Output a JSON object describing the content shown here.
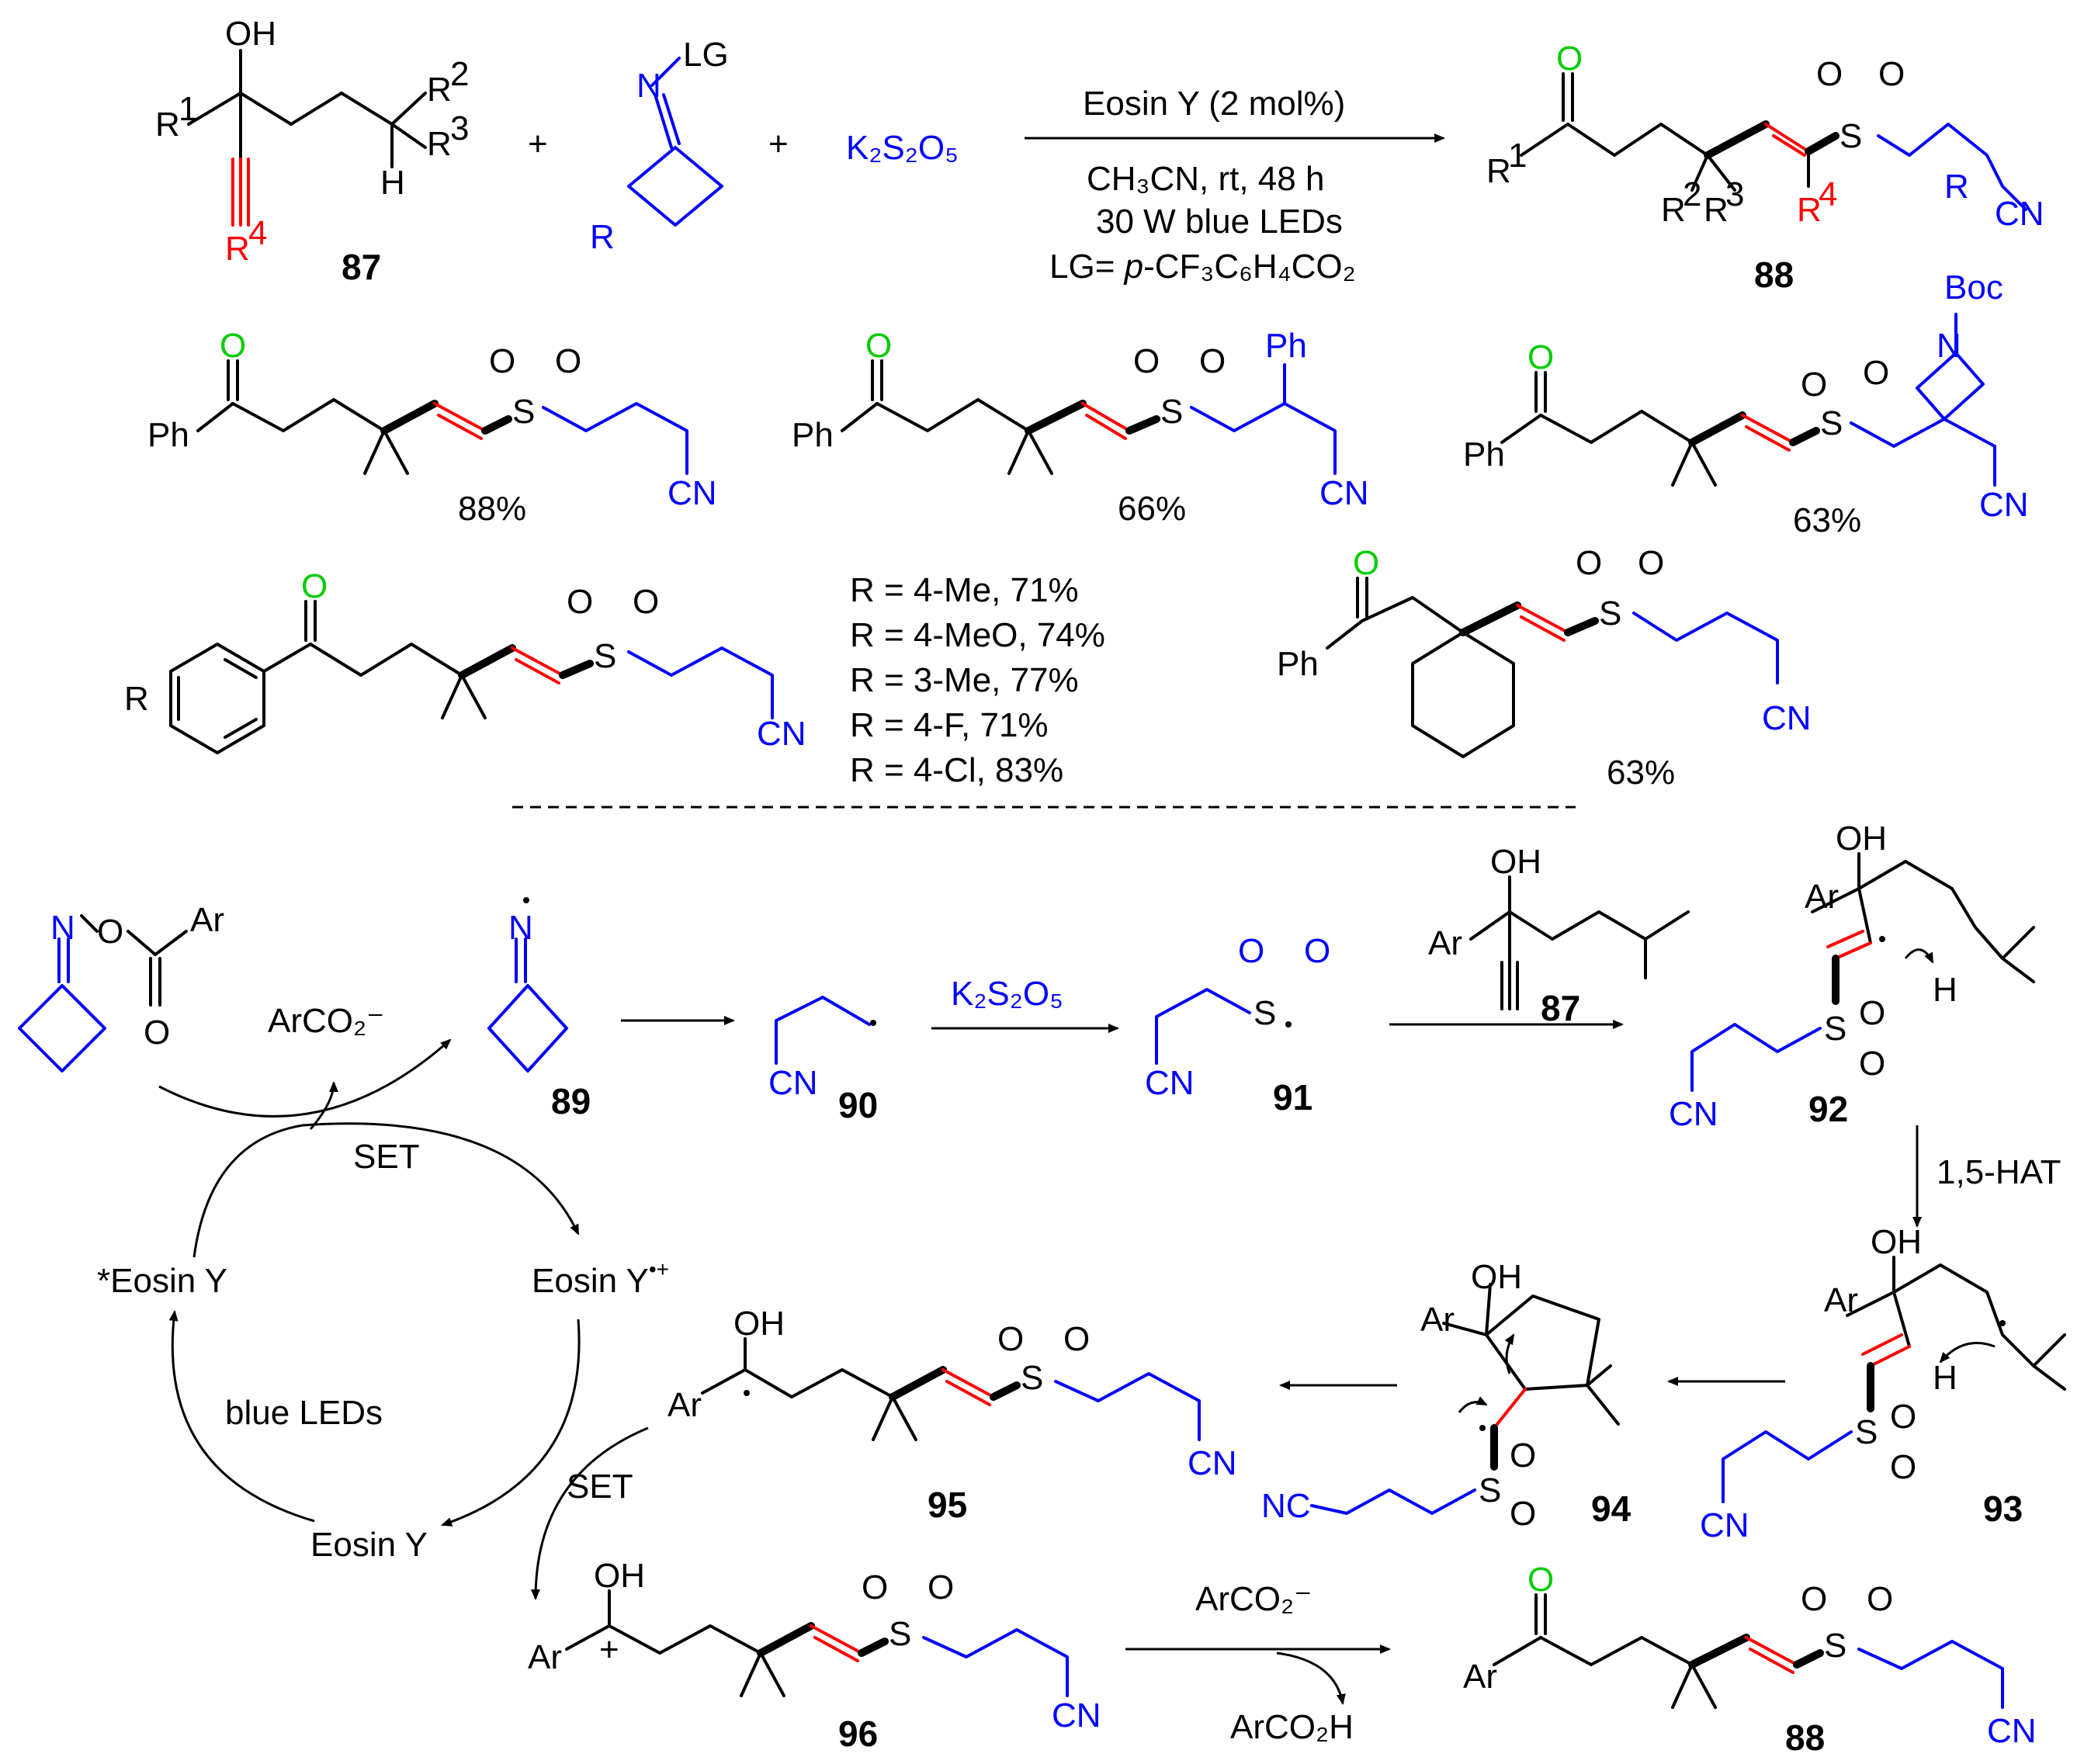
{
  "atoms": {
    "OH": "OH",
    "O": "O",
    "S": "S",
    "CN": "CN",
    "NC": "NC",
    "N": "N",
    "H": "H",
    "Ph": "Ph",
    "Ar": "Ar",
    "R": "R",
    "LG": "LG",
    "Boc": "Boc",
    "R1": "R",
    "R2": "R",
    "R3": "R",
    "R4": "R",
    "sup1": "1",
    "sup2": "2",
    "sup3": "3",
    "sup4": "4",
    "K2S2O5": "K₂S₂O₅",
    "Kshort": "K",
    "Sshort": "S",
    "Oshort": "O",
    "plus": "+"
  },
  "conditions": {
    "line1": "Eosin Y (2 mol%)",
    "line2": "CH₃CN, rt, 48 h",
    "line3": "30 W blue LEDs",
    "line4_prefix": "LG= ",
    "line4_italic": "p",
    "line4_rest": "-CF₃C₆H₄CO₂"
  },
  "compounds": [
    "87",
    "88",
    "89",
    "90",
    "91",
    "92",
    "93",
    "94",
    "95",
    "96",
    "87",
    "88"
  ],
  "yields": {
    "y1": "88%",
    "y2": "66%",
    "y3": "63%",
    "y4": "63%"
  },
  "r_table": [
    "R = 4-Me, 71%",
    "R = 4-MeO, 74%",
    "R = 3-Me, 77%",
    "R = 4-F, 71%",
    "R = 4-Cl, 83%"
  ],
  "mechanism": {
    "arco2_minus": "ArCO₂⁻",
    "set1": "SET",
    "set2": "SET",
    "eosin_star": "*Eosin Y",
    "eosin_radical_cation": "Eosin Y•+",
    "eosin": "Eosin Y",
    "blue_leds": "blue LEDs",
    "hat": "1,5-HAT",
    "k2s2o5": "K₂S₂O₅",
    "arco2h": "ArCO₂H",
    "arco2_minus_bottom": "ArCO₂⁻"
  }
}
